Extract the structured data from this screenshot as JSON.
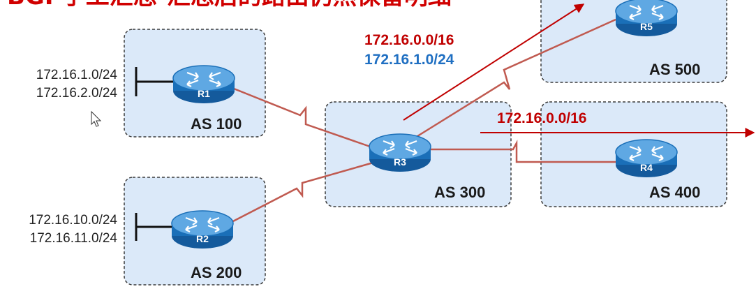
{
  "title_partial": "BGP手工汇总-汇总后的路由仍然保留明细",
  "colors": {
    "as_fill": "#dbe9f9",
    "as_border": "#3a3a3a",
    "link": "#c05a50",
    "route_red": "#c00000",
    "route_blue": "#1f6fc2",
    "router_body": "#1a6fb8",
    "router_top": "#5fa8e3"
  },
  "autonomous_systems": [
    {
      "id": "as100",
      "label": "AS 100"
    },
    {
      "id": "as200",
      "label": "AS 200"
    },
    {
      "id": "as300",
      "label": "AS 300"
    },
    {
      "id": "as400",
      "label": "AS 400"
    },
    {
      "id": "as500",
      "label": "AS 500"
    }
  ],
  "routers": [
    {
      "id": "r1",
      "name": "R1"
    },
    {
      "id": "r2",
      "name": "R2"
    },
    {
      "id": "r3",
      "name": "R3"
    },
    {
      "id": "r4",
      "name": "R4"
    },
    {
      "id": "r5",
      "name": "R5"
    }
  ],
  "networks": {
    "r1": [
      "172.16.1.0/24",
      "172.16.2.0/24"
    ],
    "r2": [
      "172.16.10.0/24",
      "172.16.11.0/24"
    ]
  },
  "advertisements": {
    "to_r5_summary": "172.16.0.0/16",
    "to_r5_specific": "172.16.1.0/24",
    "to_r4_summary": "172.16.0.0/16"
  }
}
